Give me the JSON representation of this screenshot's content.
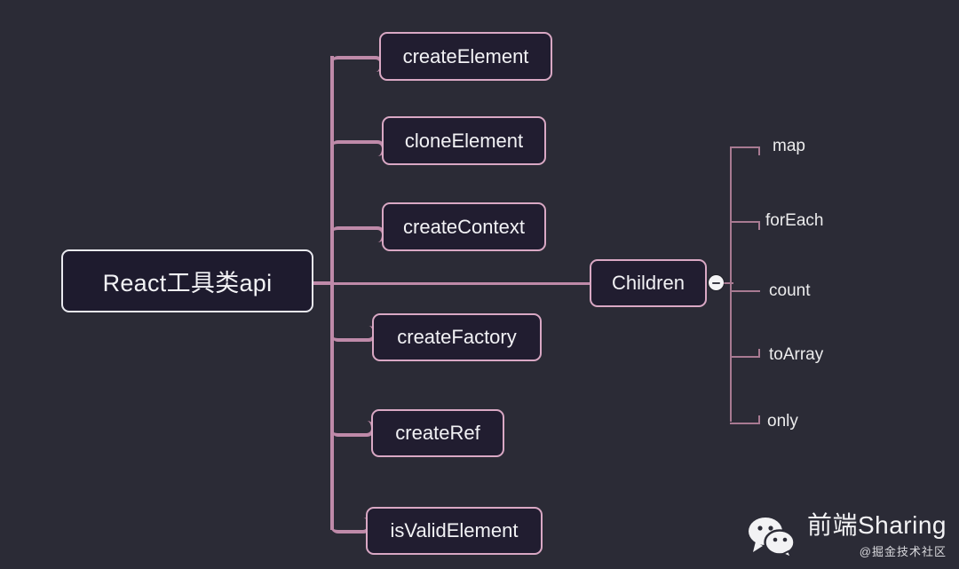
{
  "diagram": {
    "type": "mindmap",
    "root": {
      "label": "React工具类api"
    },
    "branches": [
      {
        "label": "createElement"
      },
      {
        "label": "cloneElement"
      },
      {
        "label": "createContext"
      },
      {
        "label": "Children",
        "collapsible": true,
        "toggle_state": "expanded",
        "toggle_icon": "minus-circle-icon",
        "children": [
          {
            "label": "map"
          },
          {
            "label": "forEach"
          },
          {
            "label": "count"
          },
          {
            "label": "toArray"
          },
          {
            "label": "only"
          }
        ]
      },
      {
        "label": "createFactory"
      },
      {
        "label": "createRef"
      },
      {
        "label": "isValidElement"
      }
    ]
  },
  "watermark": {
    "icon": "wechat-icon",
    "title": "前端Sharing",
    "subtitle": "@掘金技术社区"
  },
  "colors": {
    "background": "#2b2b36",
    "trunk": "#bf8aa9",
    "branch_line": "#a87a92",
    "node_border": "#d9a8c4",
    "node_fill": "#211d30",
    "root_border": "#e9e9ef",
    "root_fill": "#1e1b2e",
    "text": "#f2f2f5"
  }
}
